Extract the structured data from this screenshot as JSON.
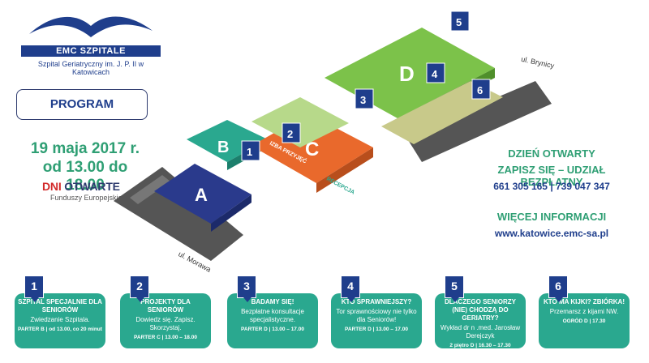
{
  "logo": {
    "name": "EMC SZPITALE",
    "subtitle": "Szpital Geriatryczny im. J. P. II w Katowicach"
  },
  "program_label": "PROGRAM",
  "event": {
    "date": "19 maja 2017 r.",
    "time": "od 13.00 do 18.00"
  },
  "badge": {
    "word1": "DNI",
    "word2": "OTWARTE",
    "sub": "Funduszy Europejskich"
  },
  "map": {
    "buildings": [
      "A",
      "B",
      "C",
      "D"
    ],
    "labels": {
      "izba": "IZBA PRZYJĘĆ",
      "recepcja": "RECEPCJA"
    },
    "markers": [
      "1",
      "2",
      "3",
      "4",
      "5",
      "6"
    ],
    "streets": {
      "morawa": "ul. Morawa",
      "brynicy": "ul. Brynicy"
    }
  },
  "info": {
    "title1": "DZIEŃ OTWARTY",
    "title2": "ZAPISZ SIĘ – UDZIAŁ BEZPŁATNY",
    "phones": "661 305 165 | 739 047 347",
    "title3": "WIĘCEJ INFORMACJI",
    "url": "www.katowice.emc-sa.pl"
  },
  "cards": [
    {
      "num": "1",
      "title": "SZPITAL SPECJALNIE DLA SENIORÓW",
      "desc": "Zwiedzanie Szpitala.",
      "loc": "PARTER B | od 13.00, co 20 minut"
    },
    {
      "num": "2",
      "title": "PROJEKTY DLA SENIORÓW",
      "desc": "Dowiedz się. Zapisz. Skorzystaj.",
      "loc": "PARTER C | 13.00 – 18.00"
    },
    {
      "num": "3",
      "title": "BADAMY SIĘ!",
      "desc": "Bezpłatne konsultacje specjalistyczne.",
      "loc": "PARTER D | 13.00 – 17.00"
    },
    {
      "num": "4",
      "title": "KTO SPRAWNIEJSZY?",
      "desc": "Tor sprawnościowy nie tylko dla Seniorów!",
      "loc": "PARTER D | 13.00 – 17.00"
    },
    {
      "num": "5",
      "title": "DLACZEGO SENIORZY (NIE) CHODZĄ DO GERIATRY?",
      "desc": "Wykład dr n .med. Jarosław Derejczyk",
      "loc": "2 piętro D | 16.30 – 17.30"
    },
    {
      "num": "6",
      "title": "KTO MA KIJKI? ZBIÓRKA!",
      "desc": "Przemarsz z kijami NW.",
      "loc": "OGRÓD D | 17.30"
    }
  ]
}
